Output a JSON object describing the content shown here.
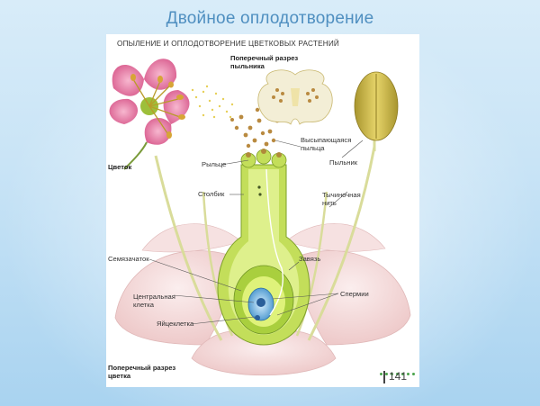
{
  "slide_title": "Двойное оплодотворение",
  "page": {
    "header": "ОПЫЛЕНИЕ И ОПЛОДОТВОРЕНИЕ ЦВЕТКОВЫХ РАСТЕНИЙ",
    "page_number": "141"
  },
  "labels": {
    "anther_section_line1": "Поперечный разрез",
    "anther_section_line2": "пыльника",
    "flower": "Цветок",
    "stigma": "Рыльце",
    "style": "Столбик",
    "spilling_pollen_line1": "Высыпающаяся",
    "spilling_pollen_line2": "пыльца",
    "anther": "Пыльник",
    "filament_line1": "Тычиночная",
    "filament_line2": "нить",
    "ovule": "Семязачаток",
    "ovary": "Завязь",
    "central_cell_line1": "Центральная",
    "central_cell_line2": "клетка",
    "sperm": "Спермии",
    "egg_cell": "Яйцеклетка",
    "flower_section_line1": "Поперечный разрез",
    "flower_section_line2": "цветка"
  },
  "colors": {
    "title_blue": "#4f8fc0",
    "petal_pink": "#f3d6d6",
    "pistil_green": "#b9d84a",
    "anther_olive": "#c9b64a",
    "flower_magenta": "#d65a8c"
  }
}
